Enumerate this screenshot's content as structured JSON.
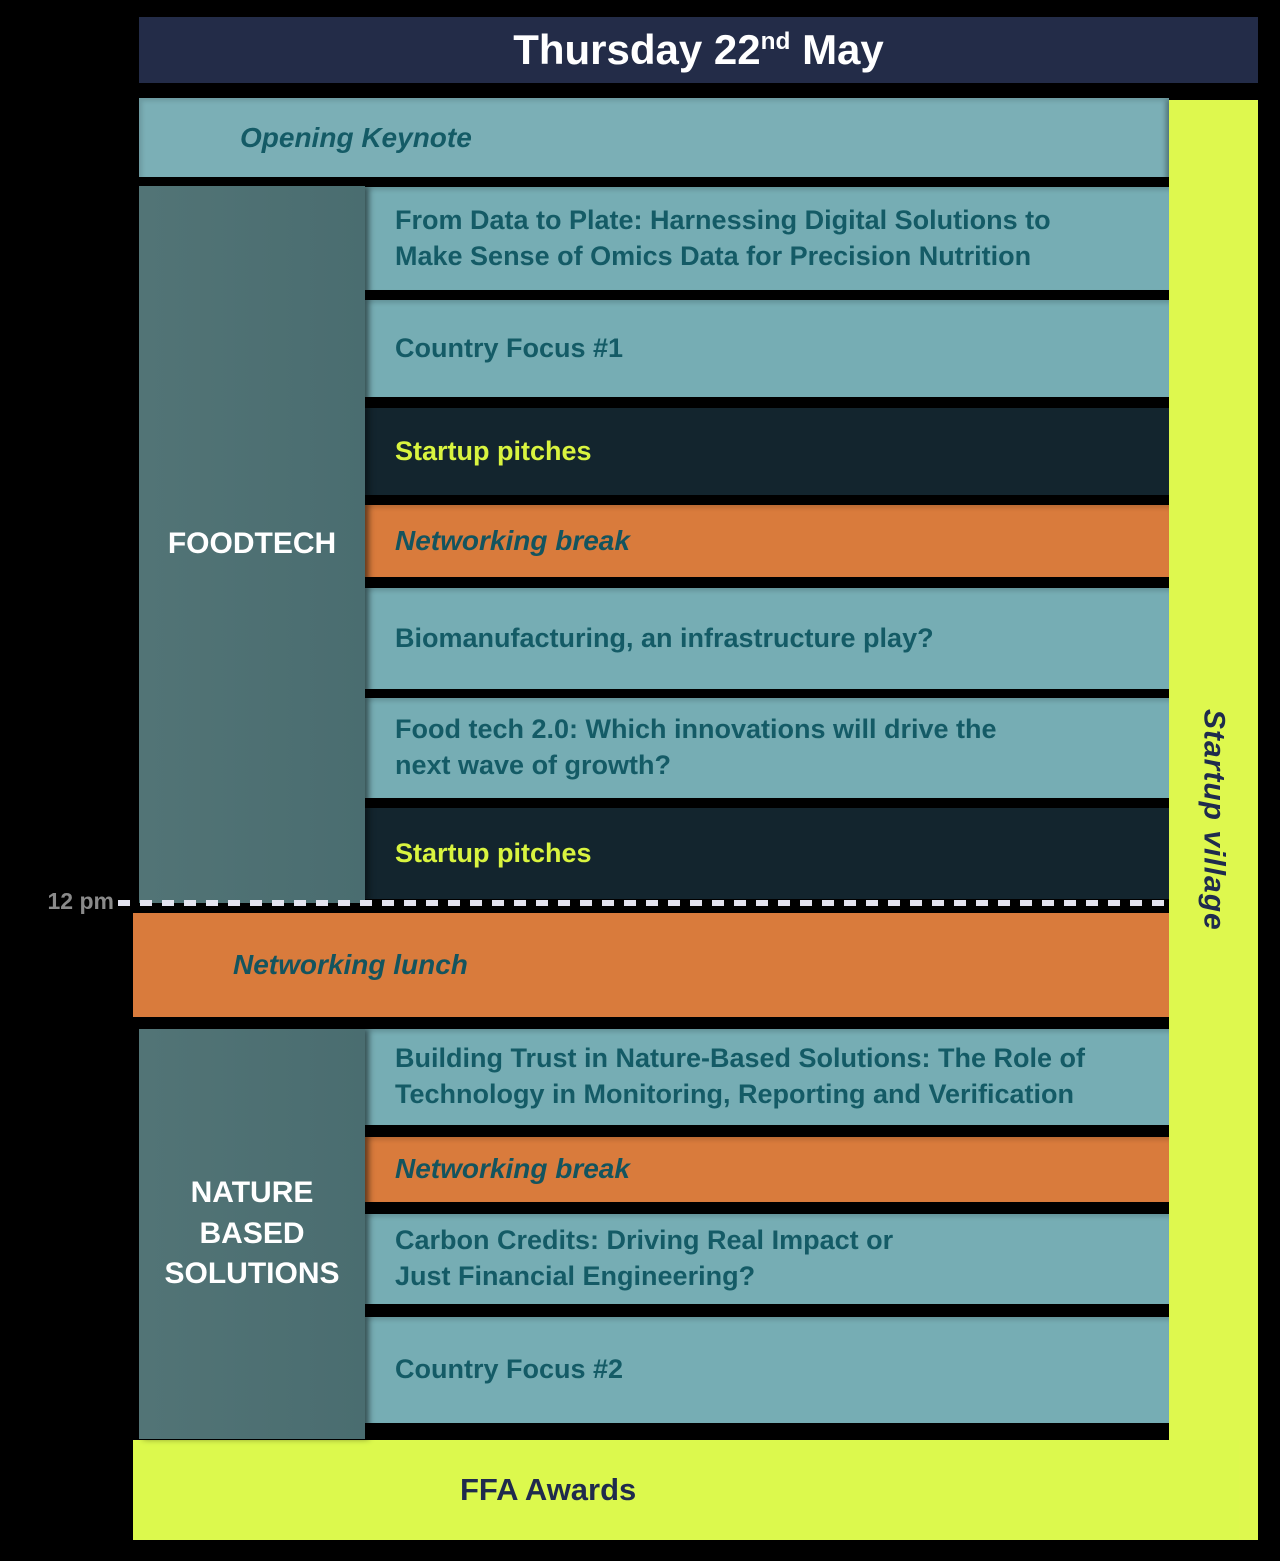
{
  "header": {
    "title_prefix": "Thursday 22",
    "title_sup": "nd",
    "title_suffix": " May"
  },
  "schedule": {
    "opening_keynote": "Opening Keynote",
    "noon_label": "12 pm",
    "lunch": "Networking lunch",
    "awards": "FFA Awards",
    "startup_village": "Startup village",
    "foodtech": {
      "label": "FOODTECH",
      "sessions": [
        {
          "title": "From Data to Plate: Harnessing Digital Solutions to\nMake Sense of Omics Data for Precision Nutrition",
          "type": "session"
        },
        {
          "title": "Country Focus #1",
          "type": "session"
        },
        {
          "title": "Startup pitches",
          "type": "pitch"
        },
        {
          "title": "Networking break",
          "type": "break"
        },
        {
          "title": "Biomanufacturing, an infrastructure play?",
          "type": "session"
        },
        {
          "title": "Food tech 2.0: Which innovations will drive the\nnext wave of growth?",
          "type": "session"
        },
        {
          "title": "Startup pitches",
          "type": "pitch"
        }
      ]
    },
    "nature_based_solutions": {
      "label": "NATURE\nBASED\nSOLUTIONS",
      "sessions": [
        {
          "title": "Building Trust in Nature-Based Solutions: The Role of\nTechnology in Monitoring, Reporting and Verification",
          "type": "session"
        },
        {
          "title": "Networking break",
          "type": "break"
        },
        {
          "title": "Carbon Credits: Driving Real Impact or\nJust Financial Engineering?",
          "type": "session"
        },
        {
          "title": "Country Focus #2",
          "type": "session"
        }
      ]
    }
  },
  "colors": {
    "header_navy": "#232c48",
    "session_teal": "#76adb4",
    "pitch_dark_navy": "#13252e",
    "break_orange": "#d97b3c",
    "track_gray_green": "#4d7073",
    "village_yellow": "#def84e",
    "session_text_teal": "#145b66",
    "pitch_text_yellow": "#d9f43f",
    "yellow_bar_text_navy": "#1f2b4d",
    "noon_label_gray": "#8a8a8a",
    "dash_line": "#e3e3ef",
    "background": "#000000"
  }
}
